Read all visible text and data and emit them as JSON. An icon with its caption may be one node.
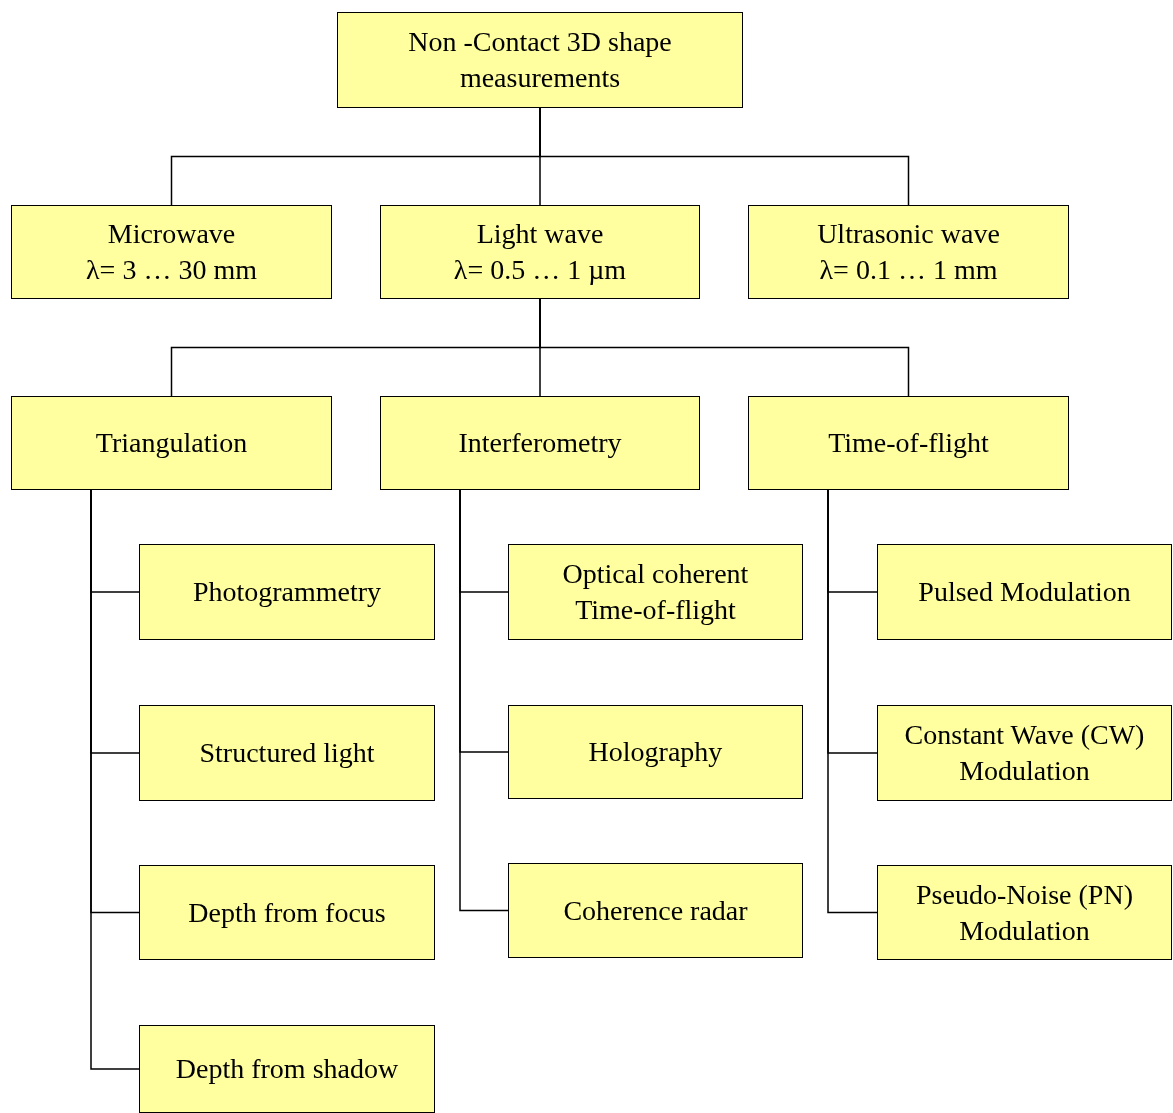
{
  "diagram": {
    "nodes": [
      {
        "text": [
          "Non -Contact 3D shape measurements"
        ]
      },
      {
        "text": [
          "Microwave",
          "λ= 3 … 30 mm"
        ]
      },
      {
        "text": [
          "Light wave",
          "λ= 0.5 … 1 µm"
        ]
      },
      {
        "text": [
          "Ultrasonic wave",
          "λ= 0.1 … 1 mm"
        ]
      },
      {
        "text": [
          "Triangulation"
        ]
      },
      {
        "text": [
          "Interferometry"
        ]
      },
      {
        "text": [
          "Time-of-flight"
        ]
      },
      {
        "text": [
          "Photogrammetry"
        ]
      },
      {
        "text": [
          "Structured light"
        ]
      },
      {
        "text": [
          "Depth from focus"
        ]
      },
      {
        "text": [
          "Depth from shadow"
        ]
      },
      {
        "text": [
          "Optical coherent Time-of-flight"
        ]
      },
      {
        "text": [
          "Holography"
        ]
      },
      {
        "text": [
          "Coherence radar"
        ]
      },
      {
        "text": [
          "Pulsed Modulation"
        ]
      },
      {
        "text": [
          "Constant Wave (CW) Modulation"
        ]
      },
      {
        "text": [
          "Pseudo-Noise (PN) Modulation"
        ]
      }
    ],
    "edges": [
      {
        "from": 0,
        "to": 1,
        "arrow": "none"
      },
      {
        "from": 0,
        "to": 2,
        "arrow": "none"
      },
      {
        "from": 0,
        "to": 3,
        "arrow": "none"
      },
      {
        "from": 2,
        "to": 4,
        "arrow": "none"
      },
      {
        "from": 2,
        "to": 5,
        "arrow": "none"
      },
      {
        "from": 2,
        "to": 6,
        "arrow": "none"
      },
      {
        "from": 4,
        "to": 7,
        "arrow": "none"
      },
      {
        "from": 4,
        "to": 8,
        "arrow": "none"
      },
      {
        "from": 4,
        "to": 9,
        "arrow": "none"
      },
      {
        "from": 4,
        "to": 10,
        "arrow": "none"
      },
      {
        "from": 5,
        "to": 11,
        "arrow": "none"
      },
      {
        "from": 5,
        "to": 12,
        "arrow": "none"
      },
      {
        "from": 5,
        "to": 13,
        "arrow": "none"
      },
      {
        "from": 6,
        "to": 14,
        "arrow": "none"
      },
      {
        "from": 6,
        "to": 15,
        "arrow": "none"
      },
      {
        "from": 6,
        "to": 16,
        "arrow": "none"
      }
    ]
  }
}
